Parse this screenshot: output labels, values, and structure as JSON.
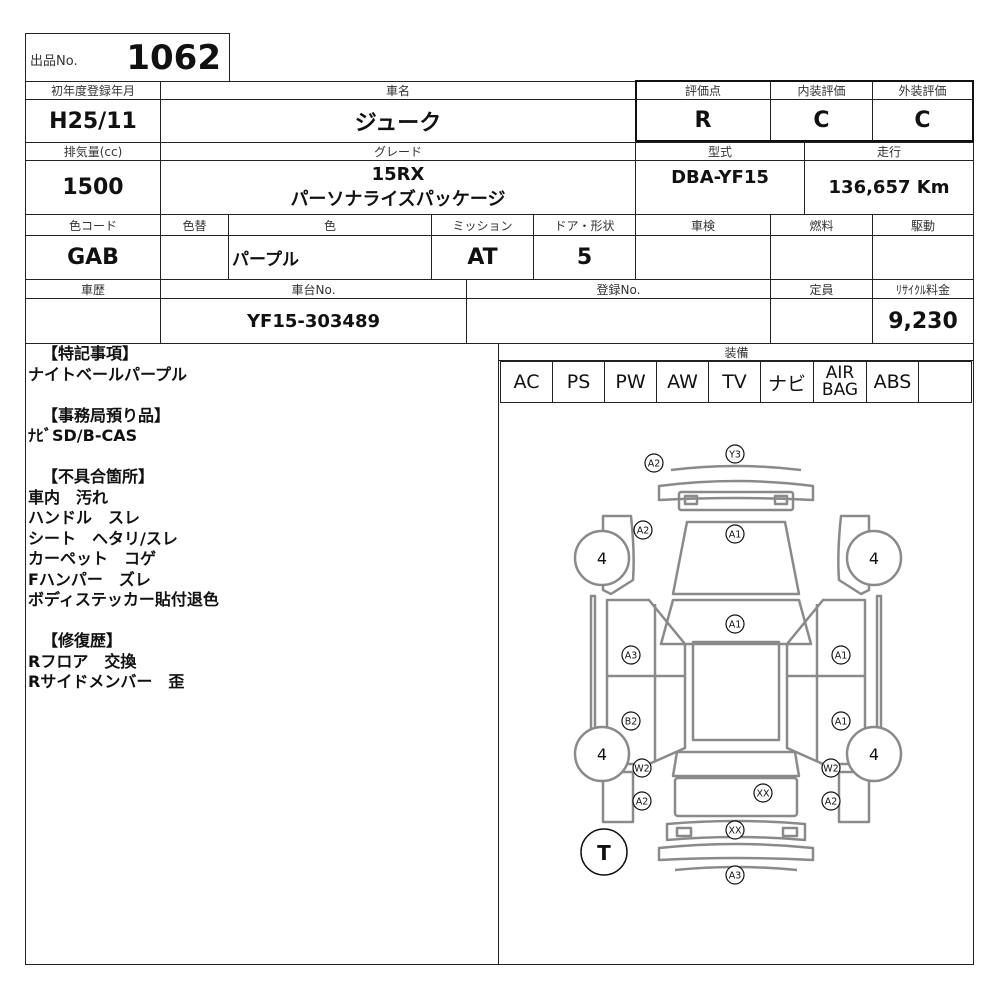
{
  "lot": {
    "label": "出品No.",
    "number": "1062"
  },
  "row1": {
    "reg_label": "初年度登録年月",
    "reg_value": "H25/11",
    "name_label": "車名",
    "name_value": "ジューク",
    "score_label": "評価点",
    "score_value": "R",
    "interior_label": "内装評価",
    "interior_value": "C",
    "exterior_label": "外装評価",
    "exterior_value": "C"
  },
  "row2": {
    "disp_label": "排気量(cc)",
    "disp_value": "1500",
    "grade_label": "グレード",
    "grade_line1": "15RX",
    "grade_line2": "パーソナライズパッケージ",
    "model_label": "型式",
    "model_value": "DBA-YF15",
    "mileage_label": "走行",
    "mileage_value": "136,657 Km"
  },
  "row3": {
    "colorcode_label": "色コード",
    "colorcode_value": "GAB",
    "repaint_label": "色替",
    "repaint_value": "",
    "color_label": "色",
    "color_value": "パープル",
    "mission_label": "ミッション",
    "mission_value": "AT",
    "door_label": "ドア・形状",
    "door_value": "5",
    "inspection_label": "車検",
    "inspection_value": "",
    "fuel_label": "燃料",
    "fuel_value": "",
    "drive_label": "駆動",
    "drive_value": ""
  },
  "row4": {
    "history_label": "車歴",
    "history_value": "",
    "chassis_label": "車台No.",
    "chassis_value": "YF15-303489",
    "regno_label": "登録No.",
    "regno_value": "",
    "capacity_label": "定員",
    "capacity_value": "",
    "recycle_label": "ﾘｻｲｸﾙ料金",
    "recycle_value": "9,230"
  },
  "notes": {
    "special_head": "【特記事項】",
    "special_lines": [
      "ナイトベールパープル"
    ],
    "office_head": "【事務局預り品】",
    "office_lines": [
      "ﾅﾋﾞSD/B-CAS"
    ],
    "defect_head": "【不具合箇所】",
    "defect_lines": [
      "車内　汚れ",
      "ハンドル　スレ",
      "シート　ヘタリ/スレ",
      "カーペット　コゲ",
      "Fハンパー　ズレ",
      "ボディステッカー貼付退色"
    ],
    "repair_head": "【修復歴】",
    "repair_lines": [
      "Rフロア　交換",
      "Rサイドメンバー　歪"
    ]
  },
  "equipment": {
    "label": "装備",
    "items": [
      "AC",
      "PS",
      "PW",
      "AW",
      "TV",
      "ナビ",
      "AIR BAG",
      "ABS",
      ""
    ]
  },
  "diagram": {
    "markers": [
      {
        "id": "y3-front",
        "text": "Y3"
      },
      {
        "id": "a2-front-bumper",
        "text": "A2"
      },
      {
        "id": "a2-hood-left",
        "text": "A2"
      },
      {
        "id": "a1-hood",
        "text": "A1"
      },
      {
        "id": "a1-roof",
        "text": "A1"
      },
      {
        "id": "a3-left-door",
        "text": "A3"
      },
      {
        "id": "a1-right-door",
        "text": "A1"
      },
      {
        "id": "b2-left-rear-door",
        "text": "B2"
      },
      {
        "id": "a1-right-rear-door",
        "text": "A1"
      },
      {
        "id": "w2-left-rear",
        "text": "W2"
      },
      {
        "id": "w2-right-rear",
        "text": "W2"
      },
      {
        "id": "a2-left-quarter",
        "text": "A2"
      },
      {
        "id": "a2-right-quarter",
        "text": "A2"
      },
      {
        "id": "xx-back-door",
        "text": "XX"
      },
      {
        "id": "xx-rear-bumper",
        "text": "XX"
      },
      {
        "id": "a3-rear",
        "text": "A3"
      }
    ],
    "tires": {
      "fl": "4",
      "fr": "4",
      "rl": "4",
      "rr": "4"
    },
    "spare": "T"
  }
}
